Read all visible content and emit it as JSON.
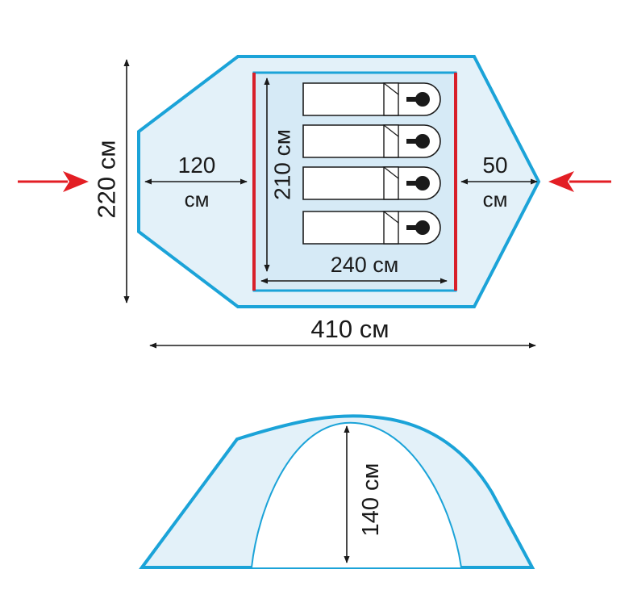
{
  "colors": {
    "tent_outline": "#1ba3d8",
    "tent_fill": "#e3f1f9",
    "inner_fill": "#d6eaf6",
    "inner_wall": "#d81f2a",
    "arrow_entry": "#e31e24",
    "dimension_line": "#1a1a1a",
    "sleeper_fill": "#ffffff",
    "sleeper_stroke": "#1a1a1a"
  },
  "plan_view": {
    "total_width": "410 см",
    "total_depth": "220 см",
    "vestibule_left": {
      "value": "120",
      "unit": "см"
    },
    "vestibule_right": {
      "value": "50",
      "unit": "см"
    },
    "inner_length": "240 см",
    "inner_depth": "210 см",
    "sleepers": 4
  },
  "side_view": {
    "height": "140 см"
  }
}
